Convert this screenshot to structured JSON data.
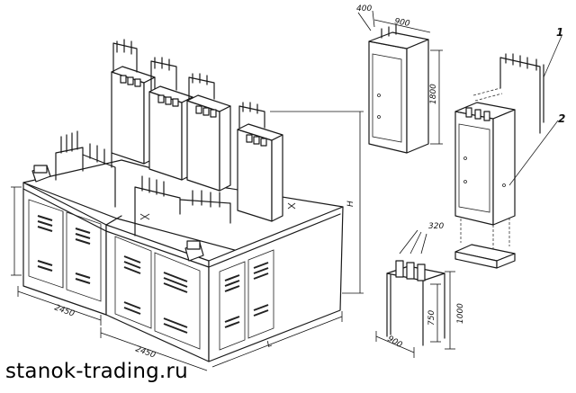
{
  "diagram": {
    "dimensions": {
      "width_left": "2450",
      "width_right": "2450",
      "length": "L",
      "height": "H",
      "cabinet_depth": "400",
      "cabinet_width": "900",
      "cabinet_height": "1800",
      "support_spacing": "320",
      "support_height_top": "1000",
      "support_height_inner": "750",
      "support_width": "900"
    },
    "callouts": [
      "1",
      "2"
    ]
  },
  "watermark": "stanok-trading.ru",
  "colors": {
    "line": "#1a1a1a",
    "background": "#ffffff"
  }
}
